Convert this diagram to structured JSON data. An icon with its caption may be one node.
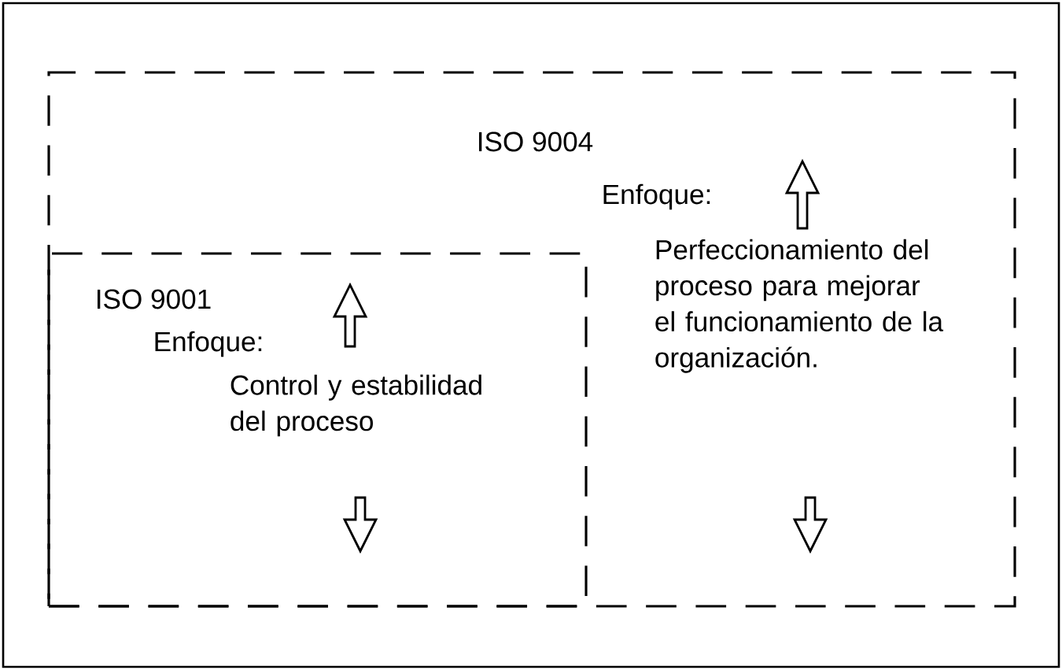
{
  "diagram": {
    "nodes": [
      {
        "text": [
          "ISO 9004",
          "Enfoque:",
          "Perfeccionamiento del proceso para mejorar el funcionamiento de la organización."
        ]
      },
      {
        "text": [
          "ISO 9001",
          "Enfoque:",
          "Control y estabilidad del proceso"
        ],
        "in": 0
      }
    ]
  }
}
